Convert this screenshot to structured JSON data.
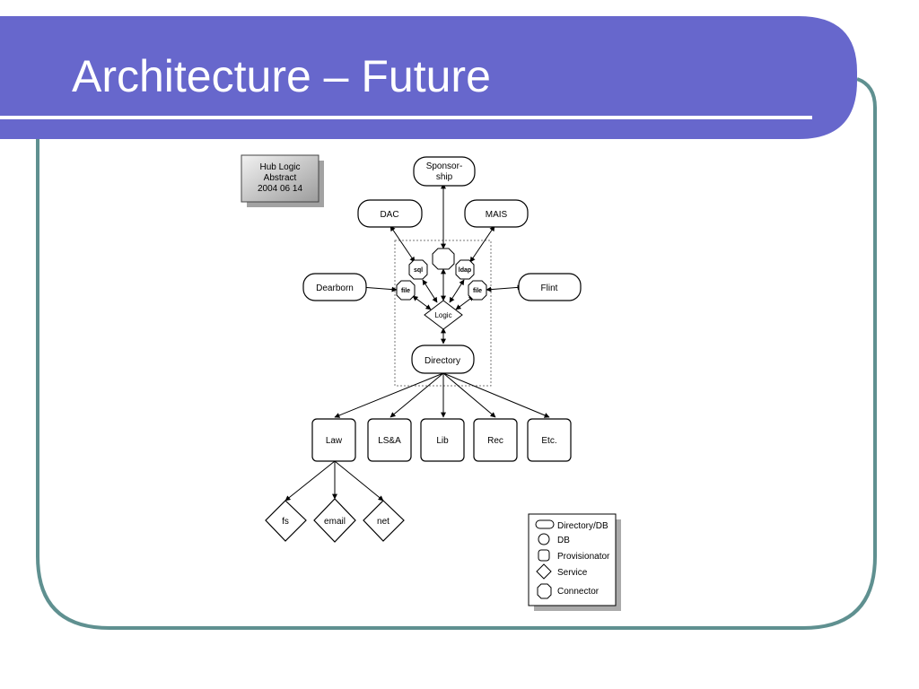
{
  "slide": {
    "title": "Architecture – Future",
    "colors": {
      "banner": "#6767cc",
      "frame": "#5f9090",
      "rule": "#ffffff"
    }
  },
  "stamp": {
    "lines": [
      "Hub Logic",
      "Abstract",
      "2004 06 14"
    ]
  },
  "nodes": {
    "sponsorship": [
      "Sponsor-",
      "ship"
    ],
    "dac": "DAC",
    "mais": "MAIS",
    "dearborn": "Dearborn",
    "flint": "Flint",
    "sql": "sql",
    "ldap": "ldap",
    "file_left": "file",
    "file_right": "file",
    "logic": "Logic",
    "directory": "Directory",
    "law": "Law",
    "lsa": "LS&A",
    "lib": "Lib",
    "rec": "Rec",
    "etc": "Etc.",
    "fs": "fs",
    "email": "email",
    "net": "net"
  },
  "legend": {
    "directory_db": "Directory/DB",
    "db": "DB",
    "provisionator": "Provisionator",
    "service": "Service",
    "connector": "Connector"
  }
}
